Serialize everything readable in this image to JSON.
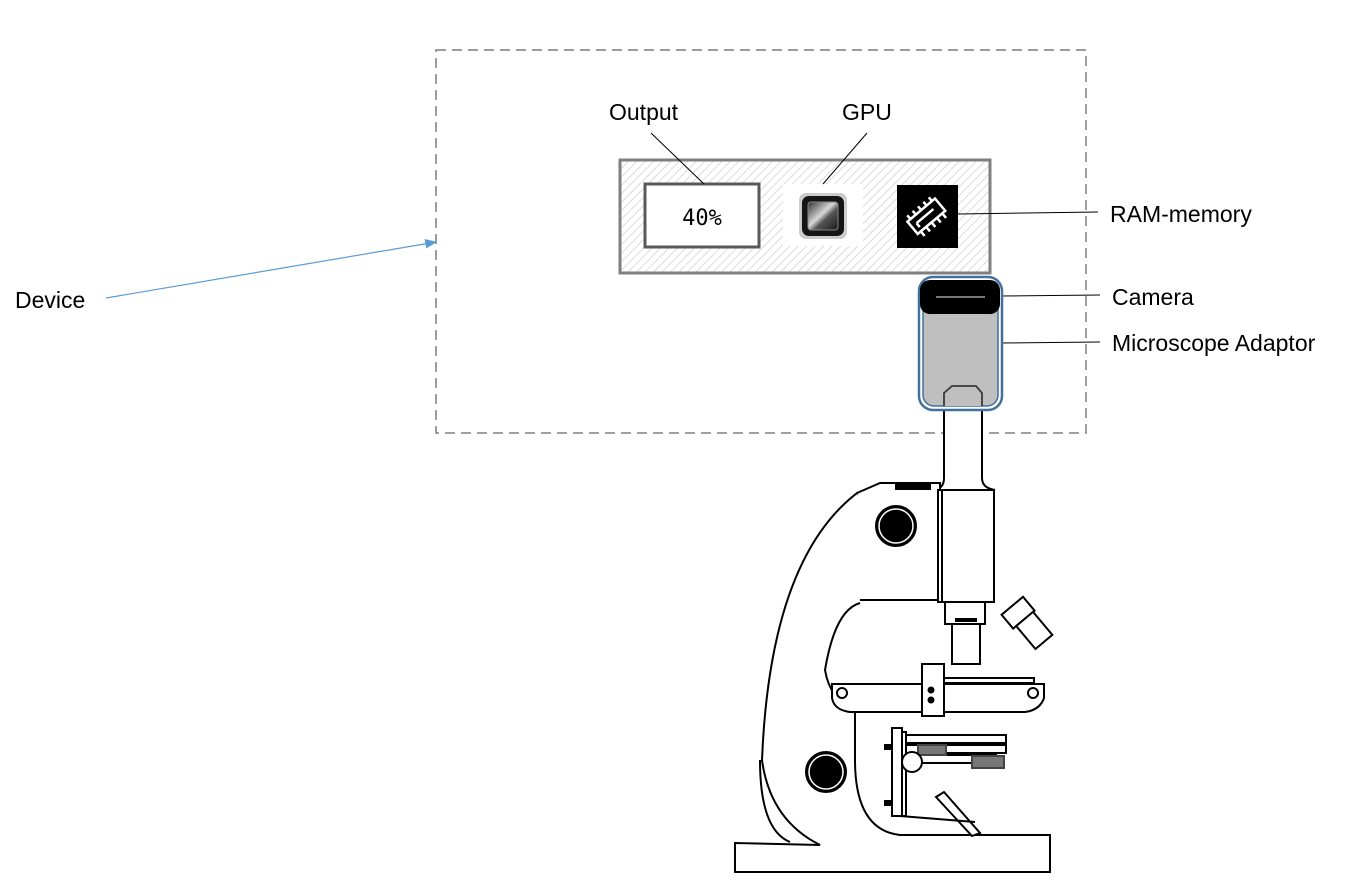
{
  "diagram": {
    "title": "Device with camera on microscope",
    "labels": {
      "device": "Device",
      "output": "Output",
      "gpu": "GPU",
      "ram": "RAM-memory",
      "camera": "Camera",
      "adaptor": "Microscope Adaptor"
    },
    "output_value": "40%",
    "icons": {
      "gpu": "gpu-chip-icon",
      "ram": "ram-chip-icon"
    },
    "colors": {
      "device_border": "#7f7f7f",
      "arrow": "#5b9bd5",
      "adaptor_outline": "#41719c",
      "adaptor_fill": "#bfbfbf",
      "camera_fill": "#000000",
      "panel_border": "#7f7f7f"
    }
  }
}
